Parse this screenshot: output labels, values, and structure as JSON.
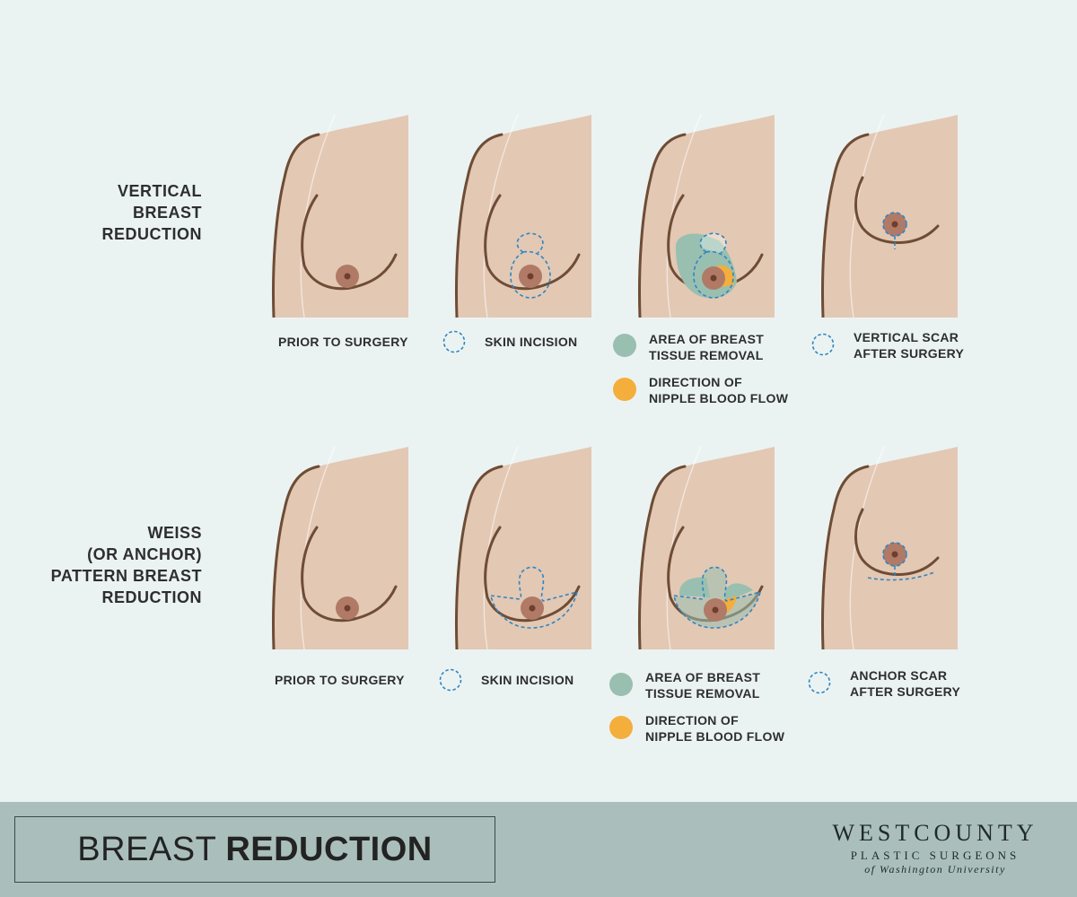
{
  "rows": [
    {
      "title_lines": [
        "VERTICAL",
        "BREAST",
        "REDUCTION"
      ],
      "captions": {
        "prior": "PRIOR TO SURGERY",
        "incision": "SKIN INCISION",
        "removal": [
          "AREA OF BREAST",
          "TISSUE REMOVAL"
        ],
        "flow": [
          "DIRECTION OF",
          "NIPPLE BLOOD FLOW"
        ],
        "scar": [
          "VERTICAL SCAR",
          "AFTER SURGERY"
        ]
      }
    },
    {
      "title_lines": [
        "WEISS",
        "(OR ANCHOR)",
        "PATTERN BREAST",
        "REDUCTION"
      ],
      "captions": {
        "prior": "PRIOR TO SURGERY",
        "incision": "SKIN INCISION",
        "removal": [
          "AREA OF BREAST",
          "TISSUE REMOVAL"
        ],
        "flow": [
          "DIRECTION OF",
          "NIPPLE BLOOD FLOW"
        ],
        "scar": [
          "ANCHOR SCAR",
          "AFTER SURGERY"
        ]
      }
    }
  ],
  "footer": {
    "title_light": "BREAST",
    "title_bold": "REDUCTION",
    "logo_main_west": "WEST",
    "logo_main_county": "COUNTY",
    "logo_sub": "PLASTIC SURGEONS",
    "logo_sub2": "of Washington University"
  },
  "colors": {
    "background": "#ebf3f2",
    "skin": "#e3c8b4",
    "outline": "#6e4c35",
    "areola": "#b07a66",
    "nipple": "#6d3f2c",
    "incision": "#2f86c2",
    "tissue_removal": "#99bfb0",
    "blood_flow": "#f4ae3b",
    "footer": "#aabfbc"
  }
}
